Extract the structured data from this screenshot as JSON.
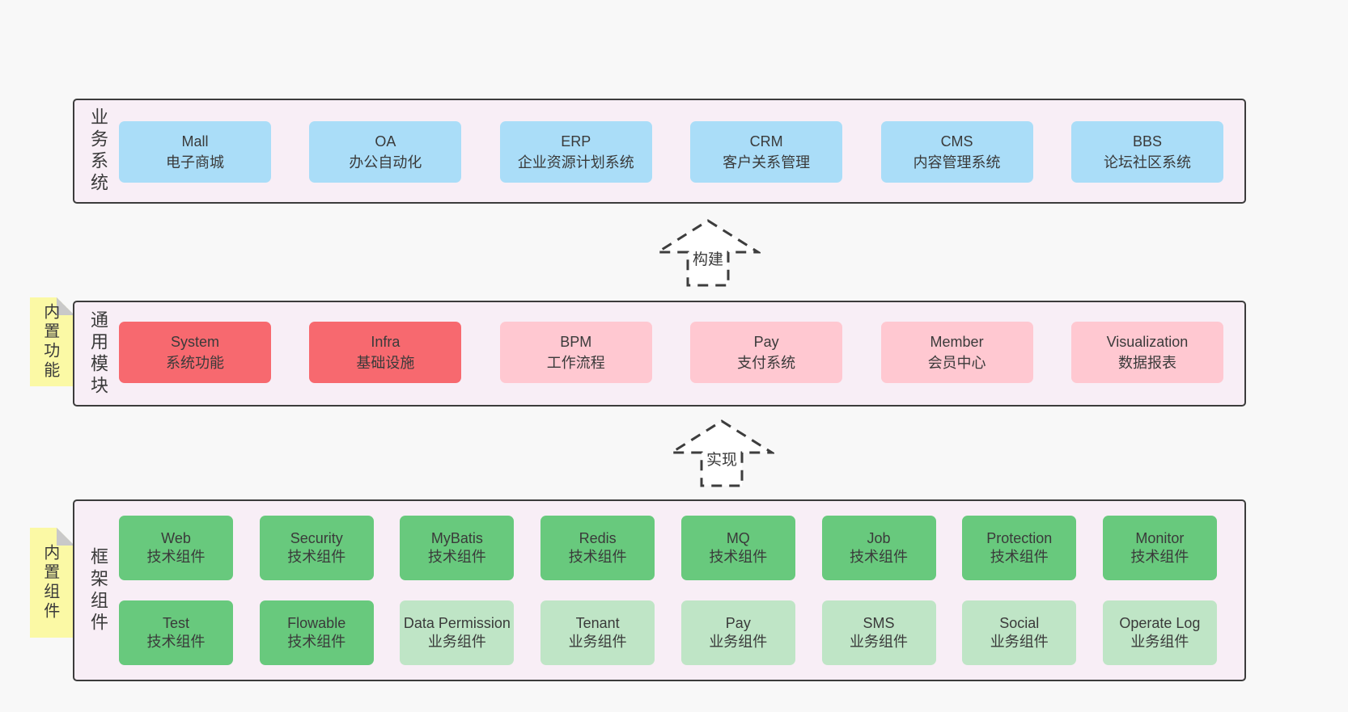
{
  "page": {
    "background": "#f8f8f8"
  },
  "colors": {
    "container_fill": "#f8eef6",
    "container_border": "#3c3c3c",
    "business_box_blue": "#aaddf8",
    "core_module_red": "#f7696f",
    "module_pink": "#ffc8d1",
    "tech_component_green": "#68c97d",
    "biz_component_green": "#bfe5c6",
    "sticky_yellow": "#fbf9a5",
    "sticky_fold_gray": "#c9c9c9",
    "text": "#3a3a3a",
    "arrow_dash": "#3d3d3d"
  },
  "arrows": [
    {
      "label": "构建"
    },
    {
      "label": "实现"
    }
  ],
  "stickies": [
    {
      "label": "内置功能"
    },
    {
      "label": "内置组件"
    }
  ],
  "layers": [
    {
      "label": "业务系统",
      "boxes": [
        {
          "title": "Mall",
          "subtitle": "电子商城"
        },
        {
          "title": "OA",
          "subtitle": "办公自动化"
        },
        {
          "title": "ERP",
          "subtitle": "企业资源计划系统"
        },
        {
          "title": "CRM",
          "subtitle": "客户关系管理"
        },
        {
          "title": "CMS",
          "subtitle": "内容管理系统"
        },
        {
          "title": "BBS",
          "subtitle": "论坛社区系统"
        }
      ]
    },
    {
      "label": "通用模块",
      "boxes": [
        {
          "title": "System",
          "subtitle": "系统功能"
        },
        {
          "title": "Infra",
          "subtitle": "基础设施"
        },
        {
          "title": "BPM",
          "subtitle": "工作流程"
        },
        {
          "title": "Pay",
          "subtitle": "支付系统"
        },
        {
          "title": "Member",
          "subtitle": "会员中心"
        },
        {
          "title": "Visualization",
          "subtitle": "数据报表"
        }
      ]
    },
    {
      "label": "框架组件",
      "rows": [
        [
          {
            "title": "Web",
            "subtitle": "技术组件"
          },
          {
            "title": "Security",
            "subtitle": "技术组件"
          },
          {
            "title": "MyBatis",
            "subtitle": "技术组件"
          },
          {
            "title": "Redis",
            "subtitle": "技术组件"
          },
          {
            "title": "MQ",
            "subtitle": "技术组件"
          },
          {
            "title": "Job",
            "subtitle": "技术组件"
          },
          {
            "title": "Protection",
            "subtitle": "技术组件"
          },
          {
            "title": "Monitor",
            "subtitle": "技术组件"
          }
        ],
        [
          {
            "title": "Test",
            "subtitle": "技术组件"
          },
          {
            "title": "Flowable",
            "subtitle": "技术组件"
          },
          {
            "title": "Data Permission",
            "subtitle": "业务组件"
          },
          {
            "title": "Tenant",
            "subtitle": "业务组件"
          },
          {
            "title": "Pay",
            "subtitle": "业务组件"
          },
          {
            "title": "SMS",
            "subtitle": "业务组件"
          },
          {
            "title": "Social",
            "subtitle": "业务组件"
          },
          {
            "title": "Operate Log",
            "subtitle": "业务组件"
          }
        ]
      ]
    }
  ]
}
